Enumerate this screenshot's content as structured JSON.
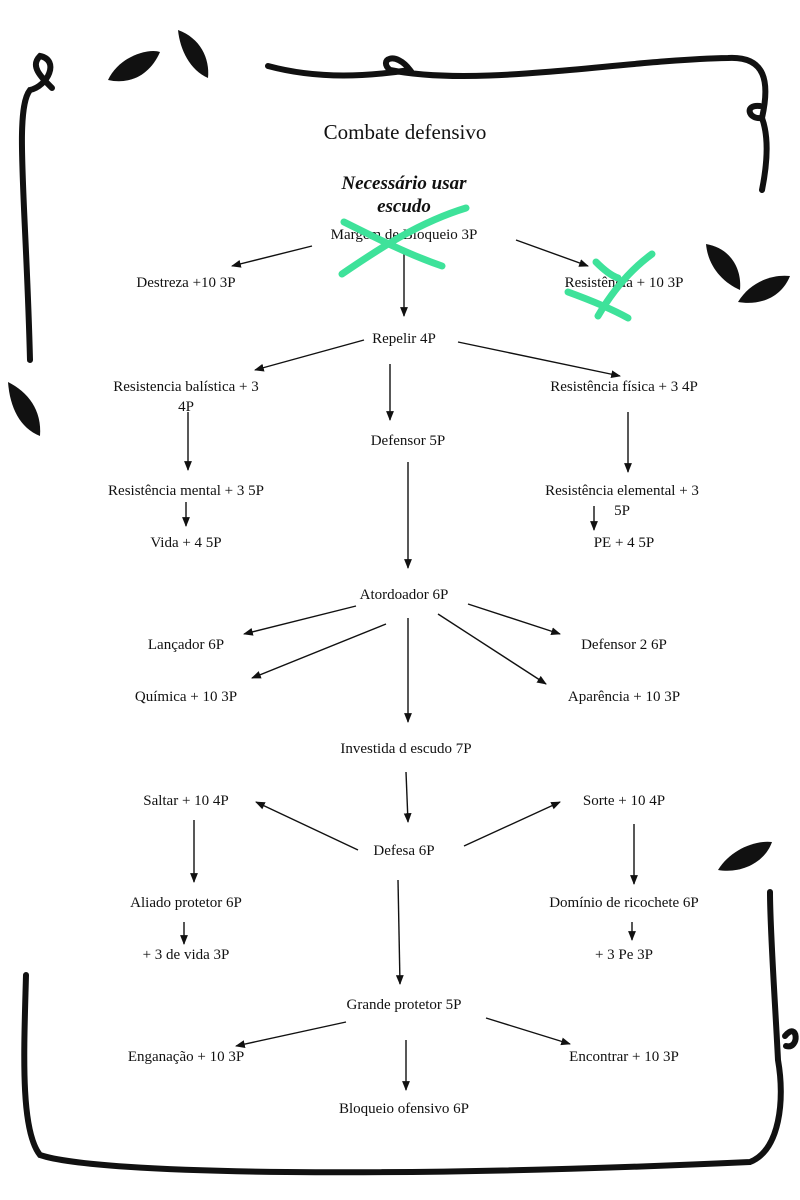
{
  "title": "Combate defensivo",
  "note": "Necessário usar escudo",
  "nodes": {
    "margem_bloqueio": "Margem de Bloqueio 3P",
    "destreza": "Destreza +10 3P",
    "resistencia": "Resistência + 10 3P",
    "repelir": "Repelir 4P",
    "res_balistica_1": "Resistencia balística + 3",
    "res_balistica_2": "4P",
    "defensor": "Defensor 5P",
    "res_fisica": "Resistência física + 3 4P",
    "res_mental": "Resistência mental + 3 5P",
    "res_elemental_1": "Resistência elemental + 3",
    "res_elemental_2": "5P",
    "vida": "Vida + 4 5P",
    "pe": "PE + 4 5P",
    "atordoador": "Atordoador 6P",
    "lancador": "Lançador 6P",
    "defensor2": "Defensor 2 6P",
    "quimica": "Química + 10 3P",
    "aparencia": "Aparência + 10 3P",
    "investida": "Investida d escudo 7P",
    "saltar": "Saltar + 10 4P",
    "sorte": "Sorte + 10 4P",
    "defesa": "Defesa 6P",
    "aliado": "Aliado protetor 6P",
    "dominio": "Domínio de ricochete 6P",
    "mais_vida": "+ 3 de vida 3P",
    "mais_pe": "+ 3 Pe 3P",
    "grande_protetor": "Grande protetor 5P",
    "enganacao": "Enganação + 10 3P",
    "encontrar": "Encontrar + 10 3P",
    "bloqueio_ofensivo": "Bloqueio ofensivo 6P"
  },
  "colors": {
    "line": "#111111",
    "strike": "#3ee29a"
  }
}
